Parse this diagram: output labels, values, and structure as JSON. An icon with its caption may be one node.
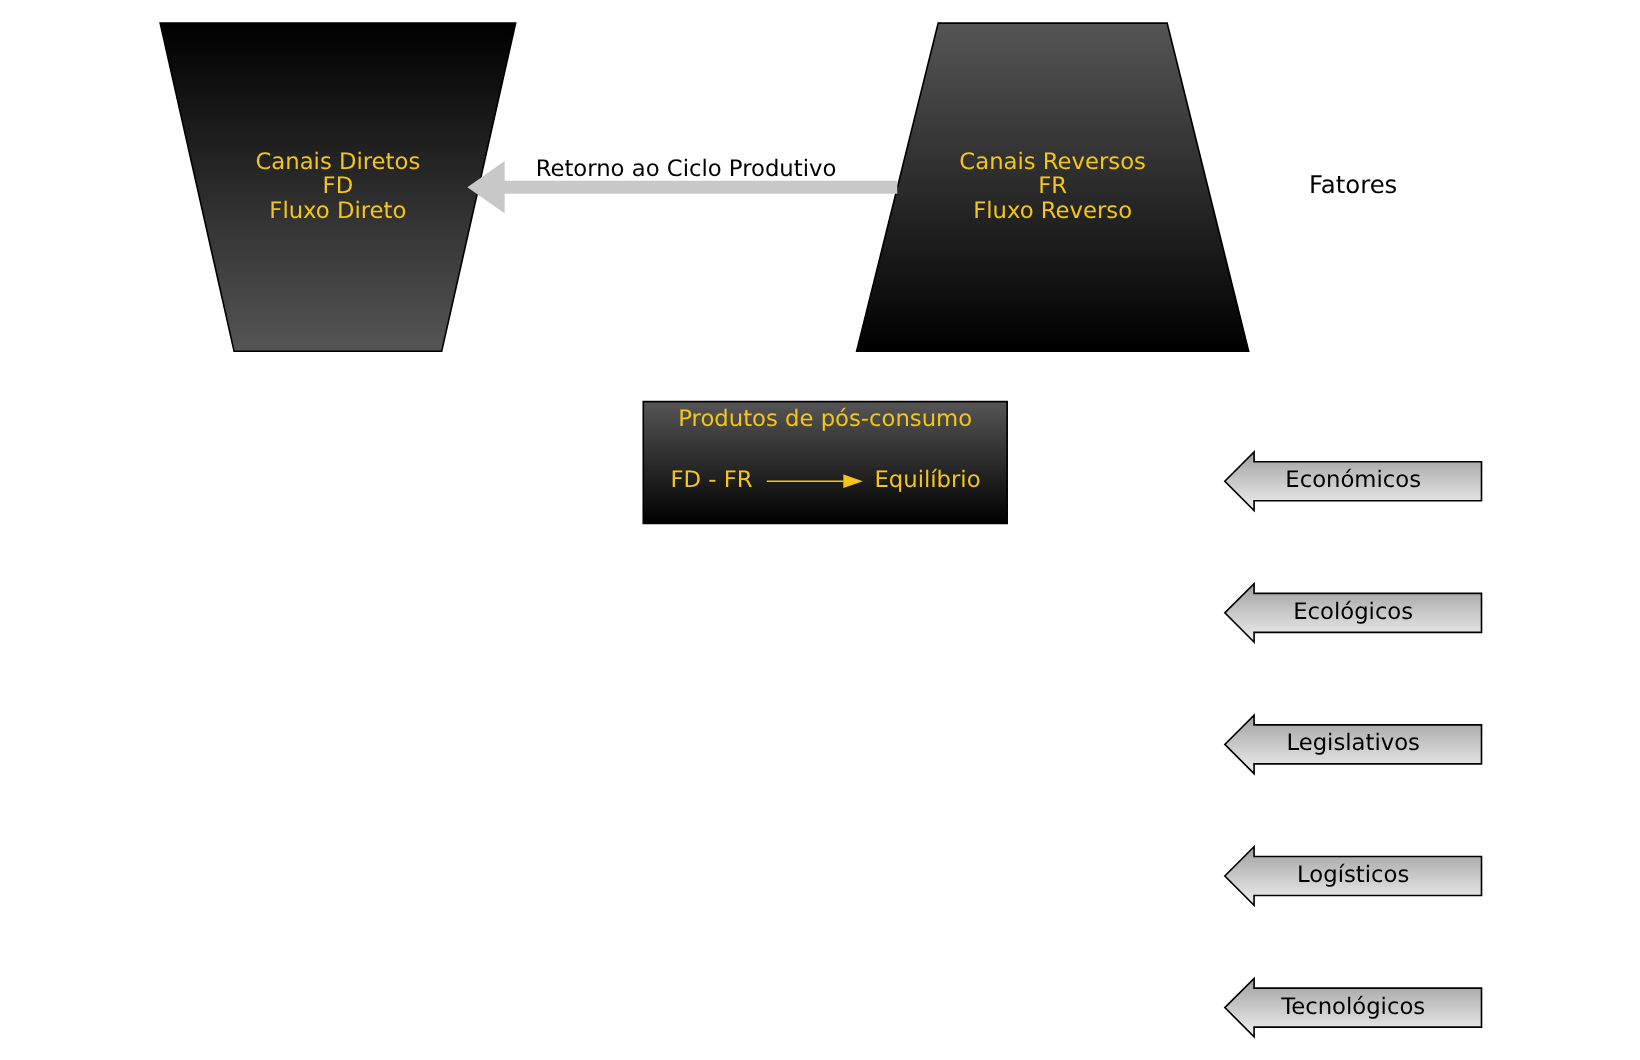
{
  "diagram": {
    "nodes": [
      {
        "text": [
          "Canais Diretos",
          "FD",
          "Fluxo Direto"
        ]
      },
      {
        "text": [
          "Canais Reversos",
          "FR",
          "Fluxo Reverso"
        ]
      },
      {
        "text": [
          "Produtos de pós-consumo"
        ]
      },
      {
        "text": [
          "FD - FR"
        ],
        "in": 2
      },
      {
        "text": [
          "Equilíbrio"
        ],
        "in": 2
      },
      {
        "text": [
          "Económicos"
        ]
      },
      {
        "text": [
          "Ecológicos"
        ]
      },
      {
        "text": [
          "Legislativos"
        ]
      },
      {
        "text": [
          "Logísticos"
        ]
      },
      {
        "text": [
          "Tecnológicos"
        ]
      }
    ],
    "edges": [
      {
        "from": 1,
        "to": 0,
        "arrow": "to",
        "label": "Retorno ao Ciclo Produtivo",
        "style": "thick",
        "color": "#c8c8c8"
      },
      {
        "from": 3,
        "to": 4,
        "arrow": "to",
        "color": "#f5c518"
      }
    ],
    "labels": [
      "Fatores"
    ]
  }
}
